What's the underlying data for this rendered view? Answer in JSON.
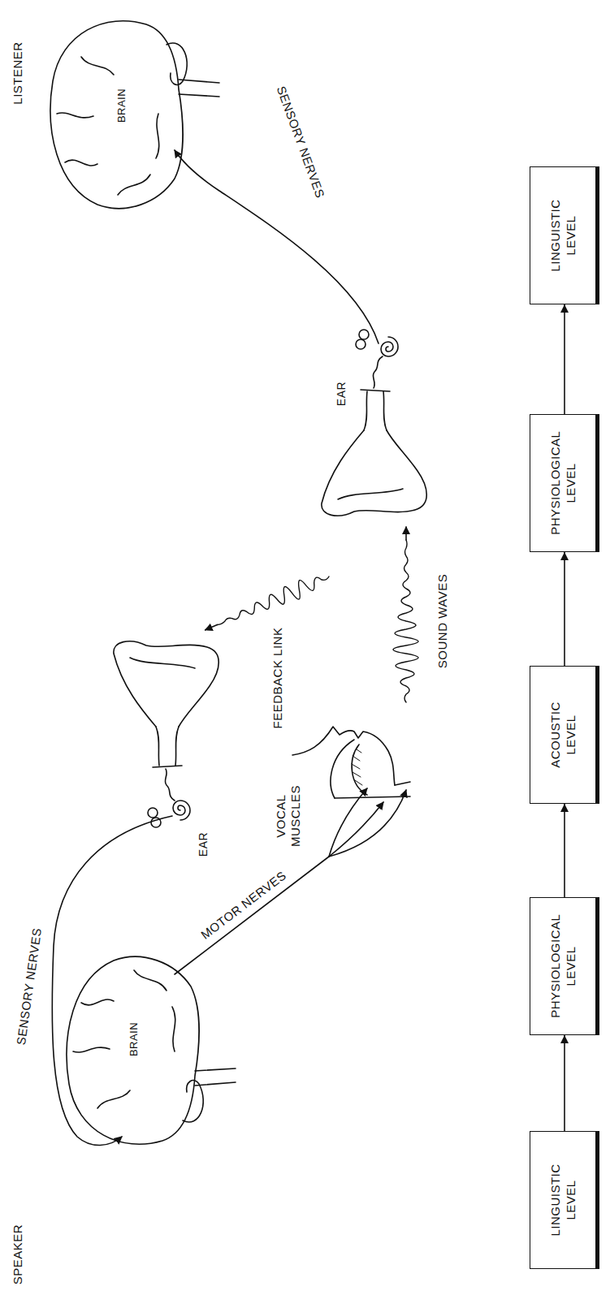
{
  "diagram": {
    "nodes": [
      {
        "text": [
          "LINGUISTIC LEVEL"
        ]
      },
      {
        "text": [
          "PHYSIOLOGICAL LEVEL"
        ]
      },
      {
        "text": [
          "ACOUSTIC LEVEL"
        ]
      },
      {
        "text": [
          "PHYSIOLOGICAL LEVEL"
        ]
      },
      {
        "text": [
          "LINGUISTIC LEVEL"
        ]
      }
    ],
    "edges": [
      {
        "from": 0,
        "to": 1,
        "arrow": "to"
      },
      {
        "from": 1,
        "to": 2,
        "arrow": "to"
      },
      {
        "from": 2,
        "to": 3,
        "arrow": "to"
      },
      {
        "from": 3,
        "to": 4,
        "arrow": "to"
      }
    ],
    "labels": [
      "SPEAKER",
      "SENSORY NERVES",
      "BRAIN",
      "MOTOR NERVES",
      "EAR",
      "VOCAL MUSCLES",
      "FEEDBACK LINK",
      "SOUND WAVES",
      "EAR",
      "SENSORY NERVES",
      "BRAIN",
      "LISTENER"
    ]
  }
}
